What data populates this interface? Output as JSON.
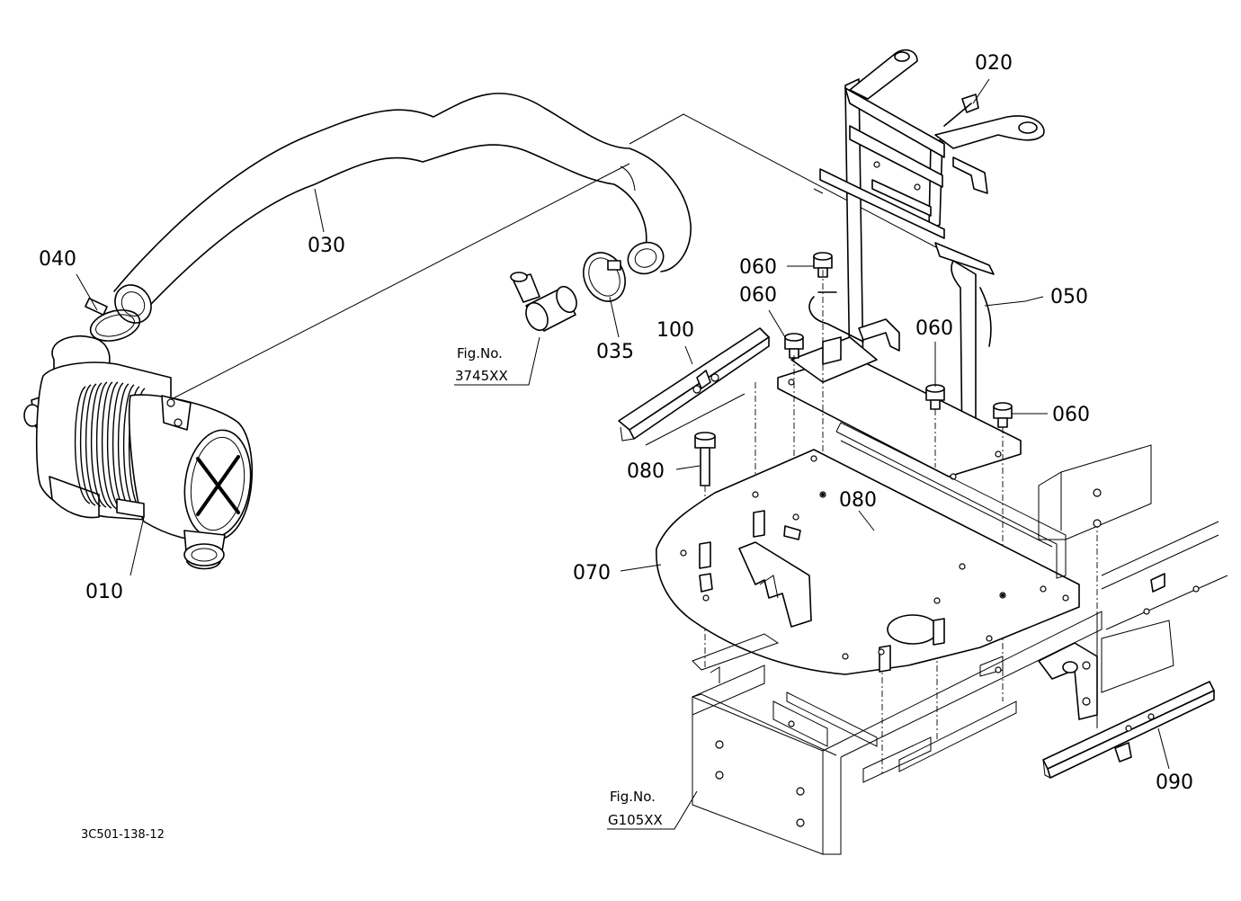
{
  "document_id": "3C501-138-12",
  "callouts": [
    {
      "id": "010",
      "label": "010"
    },
    {
      "id": "020",
      "label": "020"
    },
    {
      "id": "030",
      "label": "030"
    },
    {
      "id": "035",
      "label": "035"
    },
    {
      "id": "040",
      "label": "040"
    },
    {
      "id": "050",
      "label": "050"
    },
    {
      "id": "060a",
      "label": "060"
    },
    {
      "id": "060b",
      "label": "060"
    },
    {
      "id": "060c",
      "label": "060"
    },
    {
      "id": "060d",
      "label": "060"
    },
    {
      "id": "070",
      "label": "070"
    },
    {
      "id": "080a",
      "label": "080"
    },
    {
      "id": "080b",
      "label": "080"
    },
    {
      "id": "090",
      "label": "090"
    },
    {
      "id": "100",
      "label": "100"
    }
  ],
  "figure_refs": [
    {
      "id": "fig-3745",
      "line1": "Fig.No.",
      "line2": "3745XX"
    },
    {
      "id": "fig-g105",
      "line1": "Fig.No.",
      "line2": "G105XX"
    }
  ]
}
